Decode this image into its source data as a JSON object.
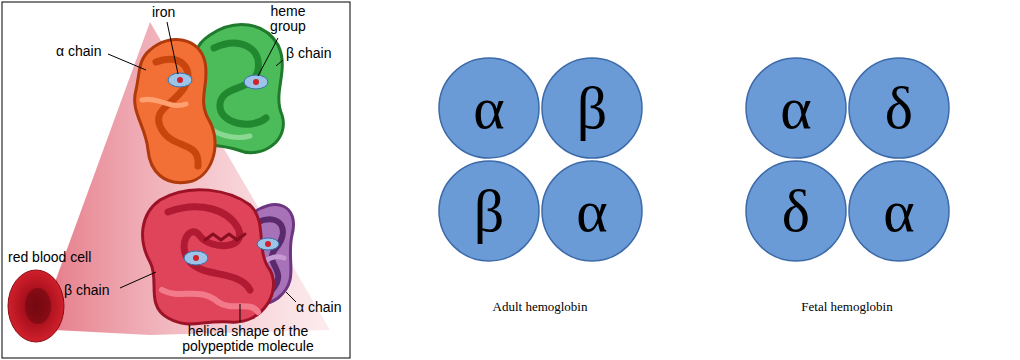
{
  "diagram": {
    "nodes": [
      {
        "text": [
          "α"
        ]
      },
      {
        "text": [
          "β"
        ]
      },
      {
        "text": [
          "β"
        ]
      },
      {
        "text": [
          "α"
        ]
      },
      {
        "text": [
          "α"
        ]
      },
      {
        "text": [
          "δ"
        ]
      },
      {
        "text": [
          "δ"
        ]
      },
      {
        "text": [
          "α"
        ]
      }
    ],
    "labels": [
      "iron",
      "heme group",
      "α chain",
      "β chain",
      "red blood cell",
      "β chain",
      "α chain",
      "helical shape of the polypeptide molecule",
      "Adult hemoglobin",
      "Fetal hemoglobin"
    ]
  }
}
